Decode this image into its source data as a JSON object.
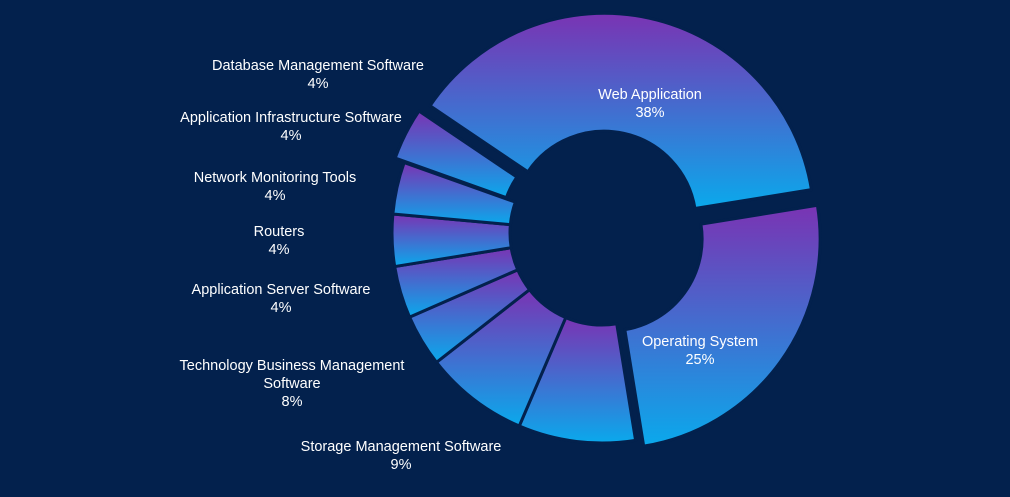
{
  "chart_data": {
    "type": "pie",
    "variant": "donut",
    "title": "",
    "slices": [
      {
        "label": "Web Application",
        "value": 38,
        "value_label": "38%"
      },
      {
        "label": "Operating System",
        "value": 25,
        "value_label": "25%"
      },
      {
        "label": "Storage Management Software",
        "value": 9,
        "value_label": "9%"
      },
      {
        "label": "Technology Business Management Software",
        "value": 8,
        "value_label": "8%"
      },
      {
        "label": "Application Server Software",
        "value": 4,
        "value_label": "4%"
      },
      {
        "label": "Routers",
        "value": 4,
        "value_label": "4%"
      },
      {
        "label": "Network Monitoring Tools",
        "value": 4,
        "value_label": "4%"
      },
      {
        "label": "Application Infrastructure Software",
        "value": 4,
        "value_label": "4%"
      },
      {
        "label": "Database Management Software",
        "value": 4,
        "value_label": "4%"
      }
    ],
    "legend": "none",
    "data_labels": "label and percent",
    "colors": {
      "background": "#03214d",
      "gradient_top": "#7a33b3",
      "gradient_bottom": "#0aa9ec",
      "text": "#ffffff"
    }
  }
}
